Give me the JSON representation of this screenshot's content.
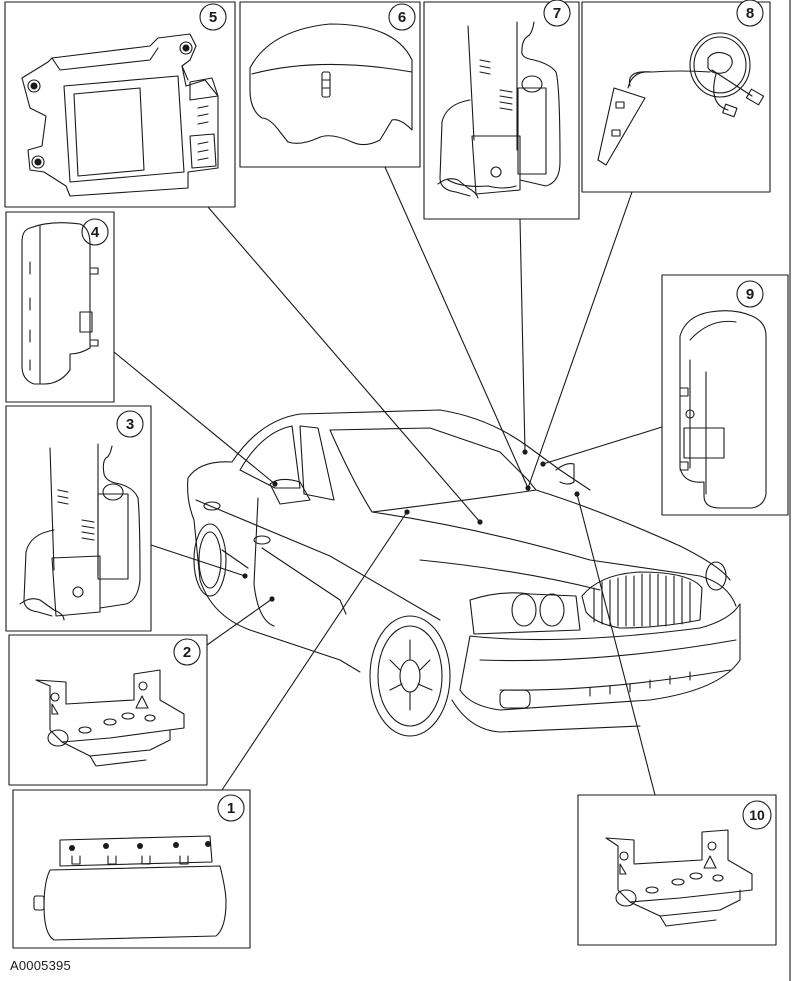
{
  "figure": {
    "id_label": "A0005395",
    "title": "Supplemental Restraint System Component Locations",
    "line_color": "#1a1a1a",
    "background": "#ffffff"
  },
  "callouts": [
    {
      "number": "1",
      "component": "passenger-airbag-module"
    },
    {
      "number": "2",
      "component": "side-impact-sensor-bracket-left"
    },
    {
      "number": "3",
      "component": "seat-belt-pretensioner-left"
    },
    {
      "number": "4",
      "component": "side-airbag-module-left"
    },
    {
      "number": "5",
      "component": "restraints-control-module"
    },
    {
      "number": "6",
      "component": "driver-airbag-module"
    },
    {
      "number": "7",
      "component": "seat-belt-pretensioner-right"
    },
    {
      "number": "8",
      "component": "clockspring"
    },
    {
      "number": "9",
      "component": "side-airbag-module-right"
    },
    {
      "number": "10",
      "component": "side-impact-sensor-bracket-right"
    }
  ]
}
